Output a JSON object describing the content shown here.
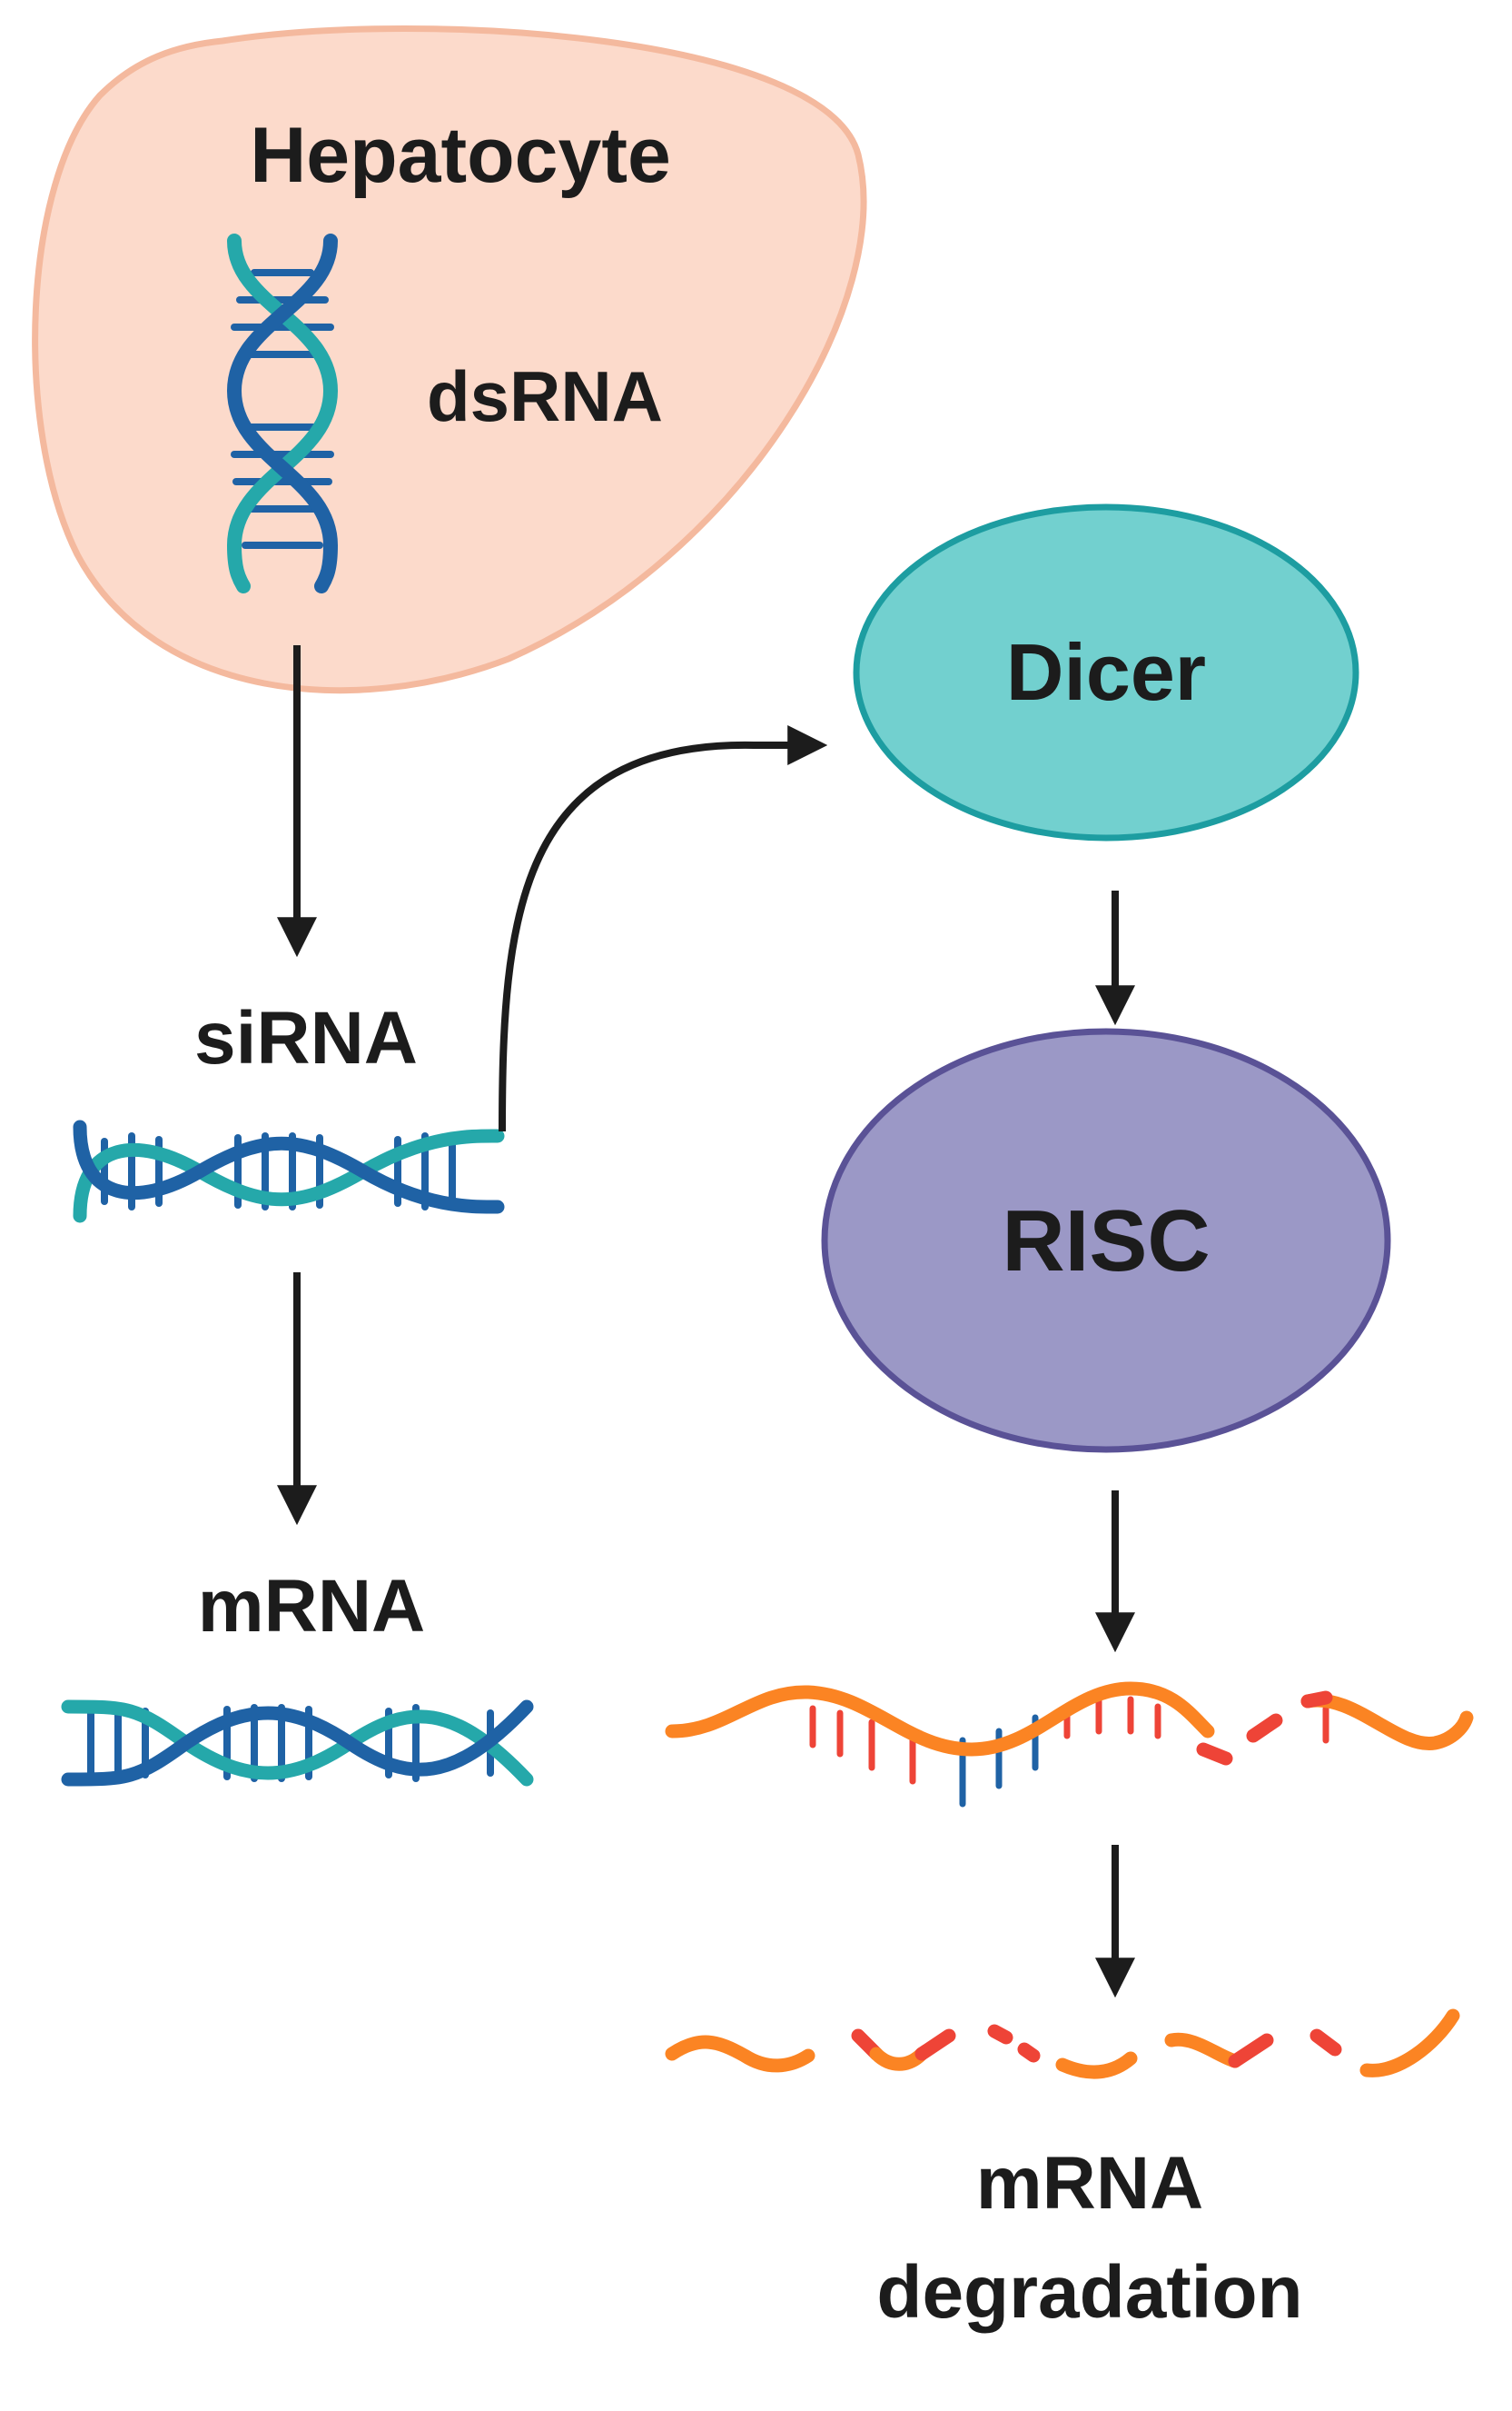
{
  "labels": {
    "hepatocyte": "Hepatocyte",
    "dsrna": "dsRNA",
    "sirna": "siRNA",
    "mrna": "mRNA",
    "dicer": "Dicer",
    "risc": "RISC",
    "degradation_line1": "mRNA",
    "degradation_line2": "degradation"
  },
  "colors": {
    "cell_fill": "#fcdacb",
    "cell_stroke": "#f4b99e",
    "dicer_fill": "#72d0cf",
    "dicer_stroke": "#1d9da1",
    "risc_fill": "#9b98c6",
    "risc_stroke": "#5a5296",
    "strand_dark": "#1f62a5",
    "strand_teal": "#25a8aa",
    "mrna_orange": "#fb8423",
    "mrna_red": "#ee4437",
    "arrow": "#1c1c1c"
  }
}
